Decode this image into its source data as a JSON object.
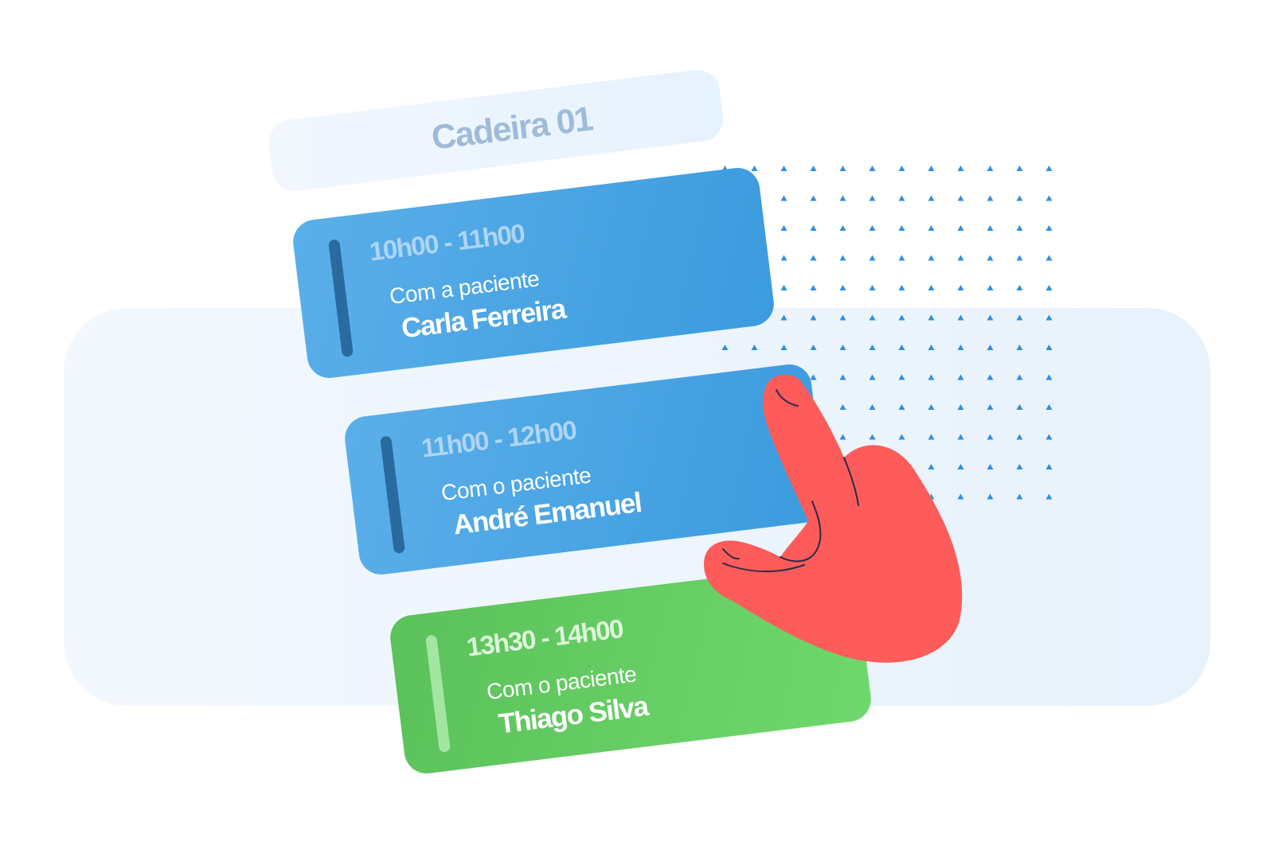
{
  "header": {
    "title": "Cadeira 01"
  },
  "appointments": [
    {
      "time": "10h00 - 11h00",
      "label": "Com a paciente",
      "name": "Carla Ferreira",
      "status": "blue"
    },
    {
      "time": "11h00 - 12h00",
      "label": "Com o paciente",
      "name": "André Emanuel",
      "status": "blue"
    },
    {
      "time": "13h30 - 14h00",
      "label": "Com o paciente",
      "name": "Thiago Silva",
      "status": "green"
    }
  ],
  "colors": {
    "blue_card": "#4aa5e4",
    "blue_bar": "#2a6a9e",
    "green_card": "#63cd61",
    "green_bar": "#a3e6a2",
    "hand": "#fd5c5a",
    "dots": "#2f8fe0",
    "header_text": "#9fbbd9"
  },
  "icons": {
    "pointer": "pointing-hand-icon",
    "pattern": "triangle-dot-pattern"
  }
}
